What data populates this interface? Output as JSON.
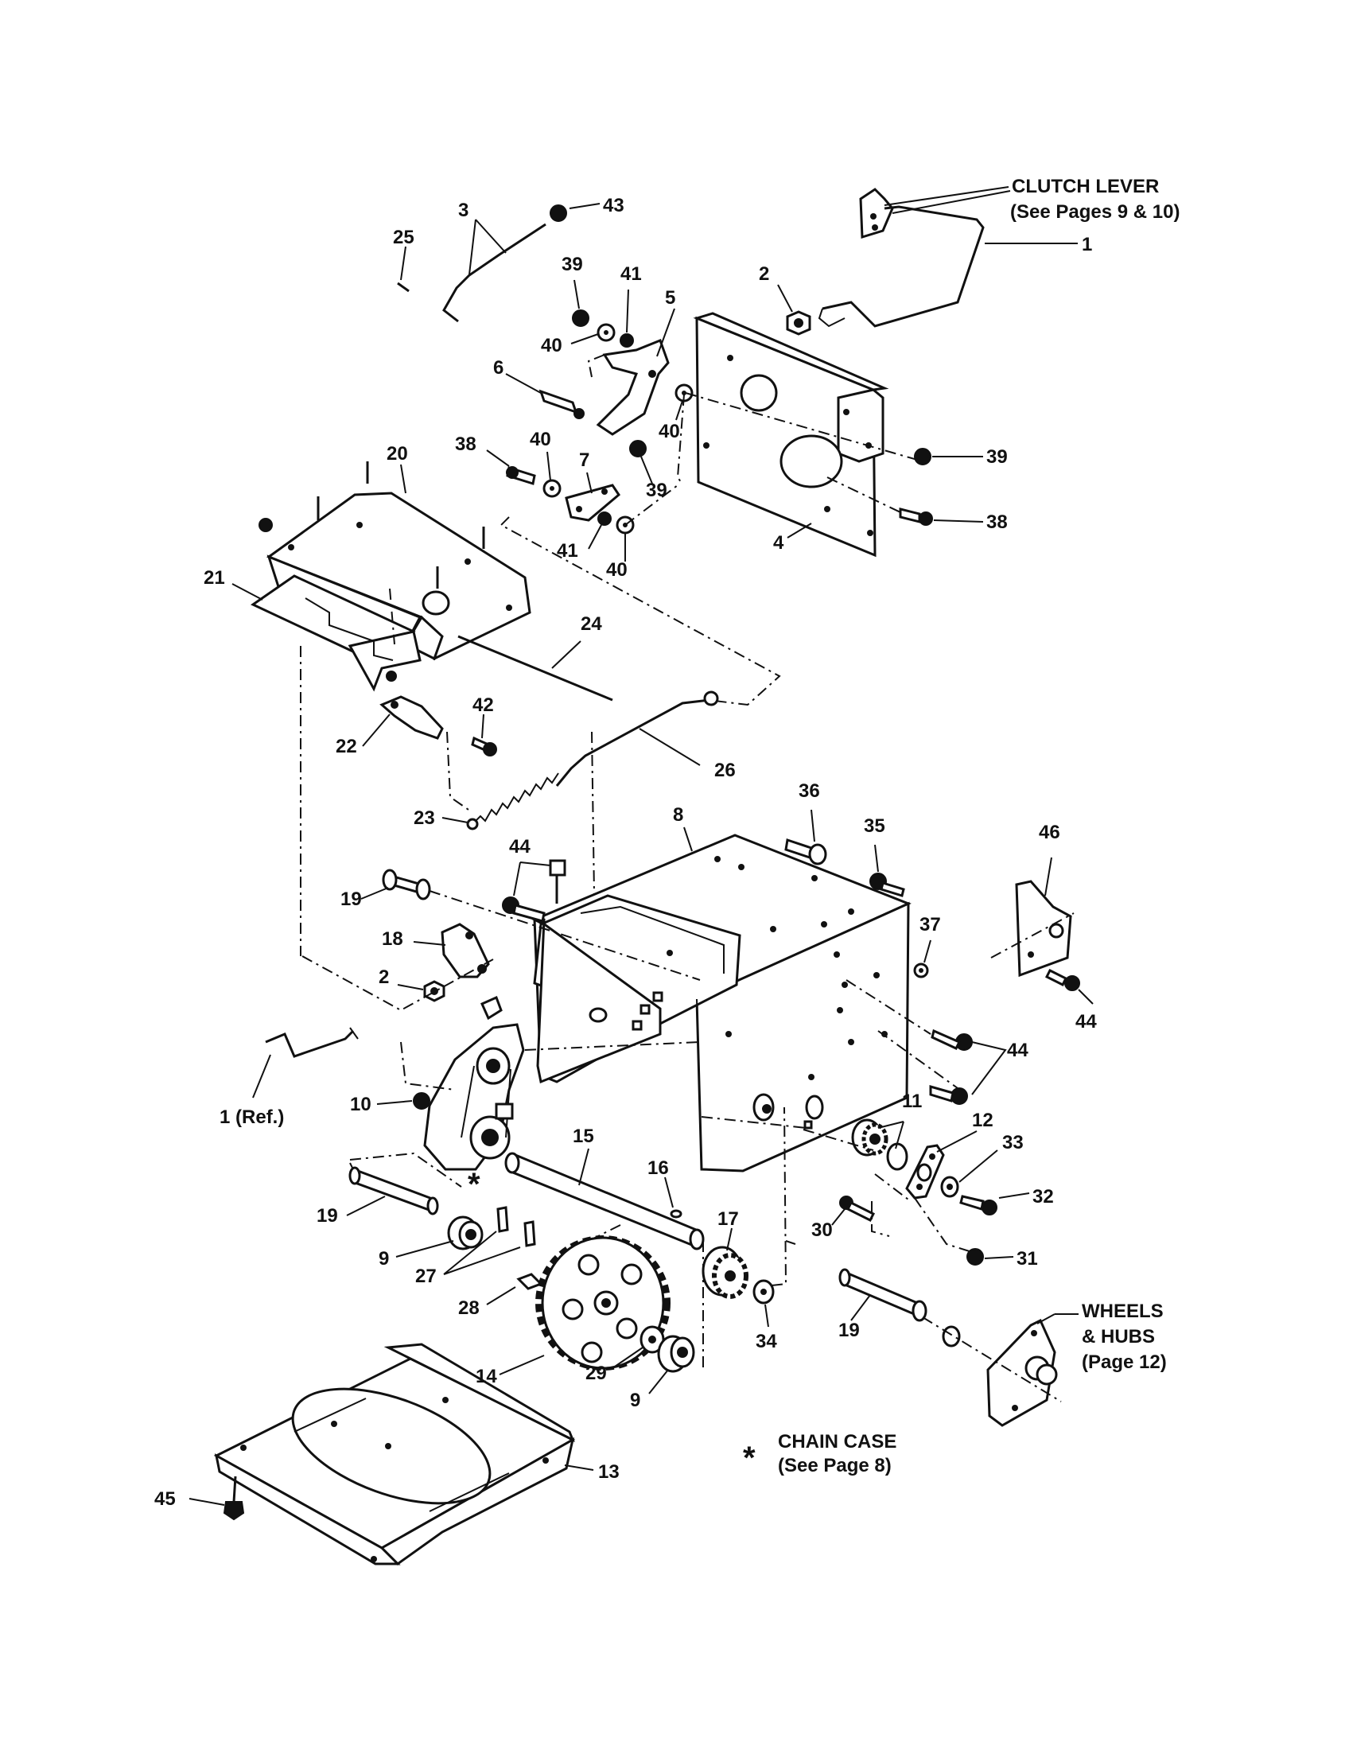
{
  "labels": [
    {
      "id": "1",
      "text": "1"
    },
    {
      "id": "1-ref",
      "text": "1 (Ref.)"
    },
    {
      "id": "2a",
      "text": "2"
    },
    {
      "id": "2b",
      "text": "2"
    },
    {
      "id": "3",
      "text": "3"
    },
    {
      "id": "4",
      "text": "4"
    },
    {
      "id": "5",
      "text": "5"
    },
    {
      "id": "6",
      "text": "6"
    },
    {
      "id": "7",
      "text": "7"
    },
    {
      "id": "8",
      "text": "8"
    },
    {
      "id": "9a",
      "text": "9"
    },
    {
      "id": "9b",
      "text": "9"
    },
    {
      "id": "10",
      "text": "10"
    },
    {
      "id": "11",
      "text": "11"
    },
    {
      "id": "12",
      "text": "12"
    },
    {
      "id": "13",
      "text": "13"
    },
    {
      "id": "14",
      "text": "14"
    },
    {
      "id": "15",
      "text": "15"
    },
    {
      "id": "16",
      "text": "16"
    },
    {
      "id": "17",
      "text": "17"
    },
    {
      "id": "18",
      "text": "18"
    },
    {
      "id": "19a",
      "text": "19"
    },
    {
      "id": "19b",
      "text": "19"
    },
    {
      "id": "19c",
      "text": "19"
    },
    {
      "id": "20",
      "text": "20"
    },
    {
      "id": "21",
      "text": "21"
    },
    {
      "id": "22",
      "text": "22"
    },
    {
      "id": "23",
      "text": "23"
    },
    {
      "id": "24",
      "text": "24"
    },
    {
      "id": "25",
      "text": "25"
    },
    {
      "id": "26",
      "text": "26"
    },
    {
      "id": "27",
      "text": "27"
    },
    {
      "id": "28",
      "text": "28"
    },
    {
      "id": "29",
      "text": "29"
    },
    {
      "id": "30",
      "text": "30"
    },
    {
      "id": "31",
      "text": "31"
    },
    {
      "id": "32",
      "text": "32"
    },
    {
      "id": "33",
      "text": "33"
    },
    {
      "id": "34",
      "text": "34"
    },
    {
      "id": "35",
      "text": "35"
    },
    {
      "id": "36",
      "text": "36"
    },
    {
      "id": "37",
      "text": "37"
    },
    {
      "id": "38a",
      "text": "38"
    },
    {
      "id": "38b",
      "text": "38"
    },
    {
      "id": "39a",
      "text": "39"
    },
    {
      "id": "39b",
      "text": "39"
    },
    {
      "id": "39c",
      "text": "39"
    },
    {
      "id": "40a",
      "text": "40"
    },
    {
      "id": "40b",
      "text": "40"
    },
    {
      "id": "40c",
      "text": "40"
    },
    {
      "id": "40d",
      "text": "40"
    },
    {
      "id": "41a",
      "text": "41"
    },
    {
      "id": "41b",
      "text": "41"
    },
    {
      "id": "42",
      "text": "42"
    },
    {
      "id": "43",
      "text": "43"
    },
    {
      "id": "44a",
      "text": "44"
    },
    {
      "id": "44b",
      "text": "44"
    },
    {
      "id": "44c",
      "text": "44"
    },
    {
      "id": "45",
      "text": "45"
    },
    {
      "id": "46",
      "text": "46"
    }
  ],
  "notes": {
    "clutch_lever_title": "CLUTCH LEVER",
    "clutch_lever_ref": "(See Pages  9 & 10)",
    "wheels_line1": "WHEELS",
    "wheels_line2": "& HUBS",
    "wheels_line3": "(Page 12)",
    "chain_case_symbol": "*",
    "chain_case_title": "CHAIN CASE",
    "chain_case_ref": "(See Page 8)",
    "chain_case_marker": "*"
  }
}
